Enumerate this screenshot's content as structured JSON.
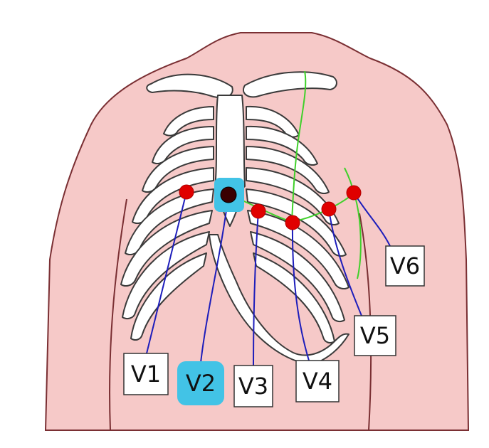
{
  "colors": {
    "background": "#ffffff",
    "skin": "#f6c9c8",
    "skin_outline": "#7a2f33",
    "bone": "#ffffff",
    "bone_outline": "#3a3a3a",
    "lead_line": "#1d1dbb",
    "guide_line": "#3fd02a",
    "electrode": "#e00000",
    "electrode_selected": "#3a0000",
    "highlight": "#42c3e6"
  },
  "leads": [
    {
      "label": "V1",
      "selected": false
    },
    {
      "label": "V2",
      "selected": true
    },
    {
      "label": "V3",
      "selected": false
    },
    {
      "label": "V4",
      "selected": false
    },
    {
      "label": "V5",
      "selected": false
    },
    {
      "label": "V6",
      "selected": false
    }
  ]
}
